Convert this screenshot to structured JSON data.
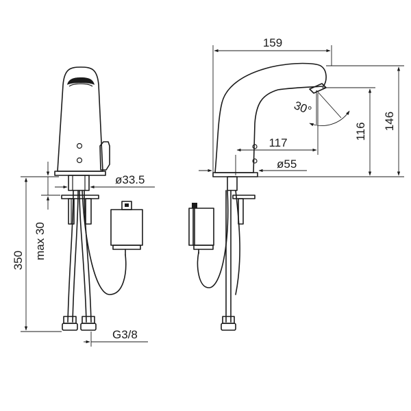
{
  "dimensions": {
    "width_overall": "159",
    "height_total": "146",
    "height_spout": "116",
    "spout_reach": "117",
    "base_diameter": "ø55",
    "shank_diameter": "ø33.5",
    "hose_length": "350",
    "max_deck_thickness": "max 30",
    "connection_thread": "G3/8",
    "sensor_angle": "30°"
  },
  "colors": {
    "line": "#1a1a1a",
    "background": "#ffffff"
  }
}
